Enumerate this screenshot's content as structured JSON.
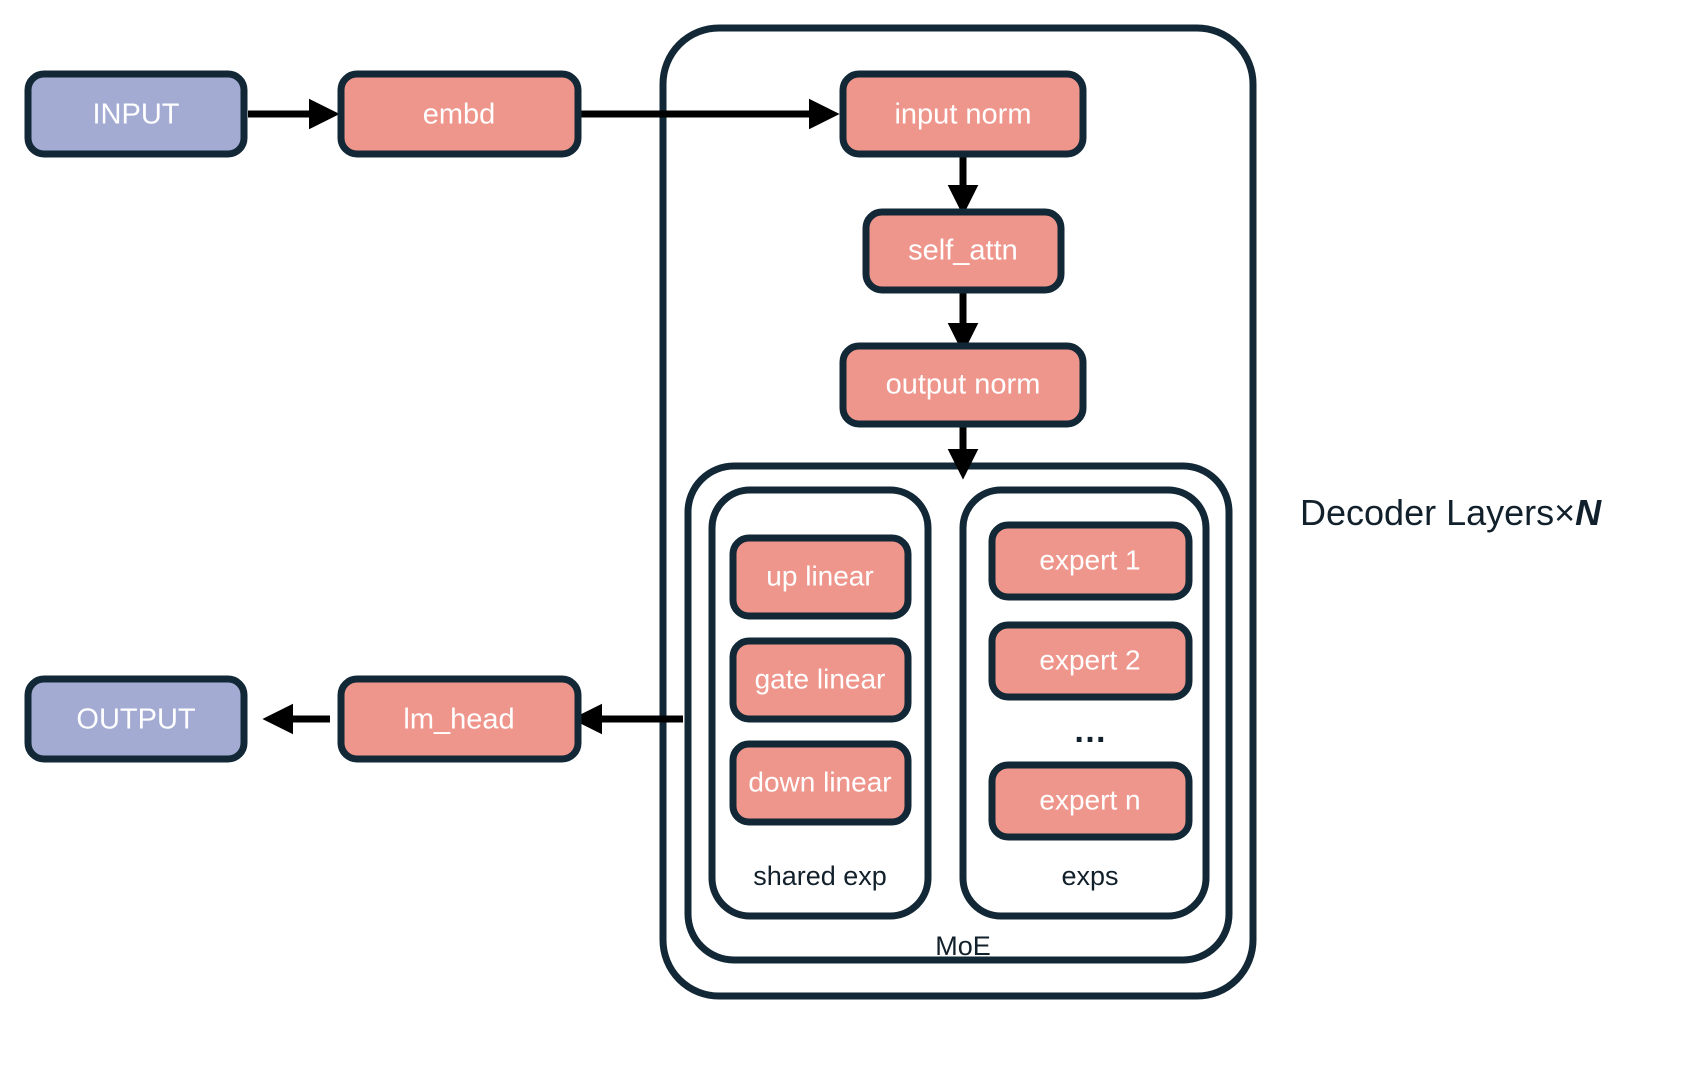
{
  "diagram": {
    "title_caption": "Decoder Layers×",
    "caption_symbol": "N",
    "colors": {
      "salmon": "#ef968c",
      "blue": "#a3abd3",
      "outline": "#132836",
      "edge": "#000000",
      "background": "#ffffff",
      "label_on_node": "#ffffff",
      "label_on_white": "#11202b"
    },
    "nodes": {
      "input": "INPUT",
      "embd": "embd",
      "input_norm": "input norm",
      "self_attn": "self_attn",
      "output_norm": "output norm",
      "lm_head": "lm_head",
      "output": "OUTPUT"
    },
    "moe": {
      "label": "MoE",
      "shared_expert": {
        "label": "shared exp",
        "layers": [
          "up linear",
          "gate linear",
          "down linear"
        ]
      },
      "experts": {
        "label": "exps",
        "items": [
          "expert 1",
          "expert 2",
          "expert n"
        ],
        "ellipsis": "…"
      }
    }
  }
}
